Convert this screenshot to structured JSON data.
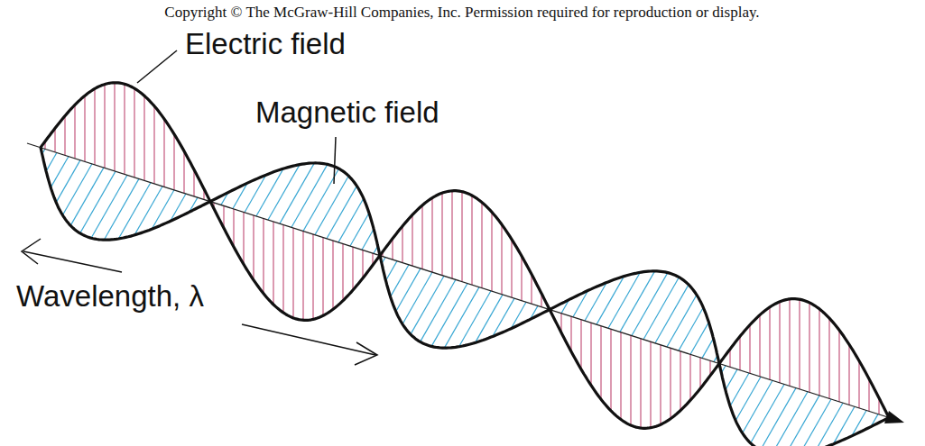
{
  "diagram": {
    "labels": [
      "Copyright © The McGraw-Hill Companies, Inc. Permission required for reproduction or display.",
      "Electric field",
      "Magnetic field",
      "Wavelength, λ"
    ]
  }
}
